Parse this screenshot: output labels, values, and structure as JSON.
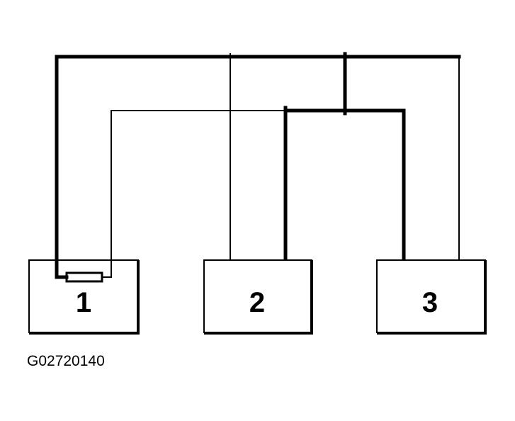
{
  "diagram": {
    "figure_id": "G02720140",
    "modules": [
      {
        "label": "1"
      },
      {
        "label": "2"
      },
      {
        "label": "3"
      }
    ]
  }
}
